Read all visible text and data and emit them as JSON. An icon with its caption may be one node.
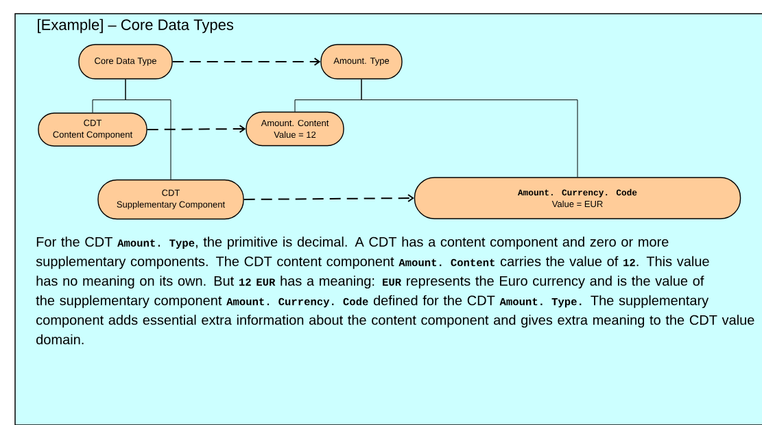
{
  "diagram": {
    "title": "[Example] – Core Data Types",
    "nodes": [
      {
        "text": [
          "Core Data Type"
        ]
      },
      {
        "text": [
          "Amount. Type"
        ]
      },
      {
        "text": [
          "CDT",
          "Content Component"
        ]
      },
      {
        "text": [
          "Amount. Content",
          "Value = 12"
        ]
      },
      {
        "text": [
          "CDT",
          "Supplementary Component"
        ]
      },
      {
        "text": [
          "Amount. Currency. Code",
          "Value = EUR"
        ]
      }
    ],
    "edges": [
      {
        "from": 0,
        "to": 1,
        "arrow": "to",
        "style": "dashed"
      },
      {
        "from": 0,
        "to": 2,
        "arrow": "none"
      },
      {
        "from": 0,
        "to": 4,
        "arrow": "none"
      },
      {
        "from": 1,
        "to": 3,
        "arrow": "none"
      },
      {
        "from": 1,
        "to": 5,
        "arrow": "none"
      },
      {
        "from": 2,
        "to": 3,
        "arrow": "to",
        "style": "dashed"
      },
      {
        "from": 4,
        "to": 5,
        "arrow": "to",
        "style": "dashed"
      }
    ],
    "labels": [
      "For the CDT **Amount. Type**, the primitive is decimal. A CDT has a content component and zero or more supplementary components. The CDT content component **Amount. Content** carries the value of **12**. This value has no meaning on its own. But **12 EUR** has a meaning: **EUR** represents the Euro currency and is the value of the supplementary component **Amount. Currency. Code** defined for the CDT **Amount. Type.** The supplementary component adds essential extra information about the content component and gives extra meaning to the CDT value domain."
    ]
  }
}
